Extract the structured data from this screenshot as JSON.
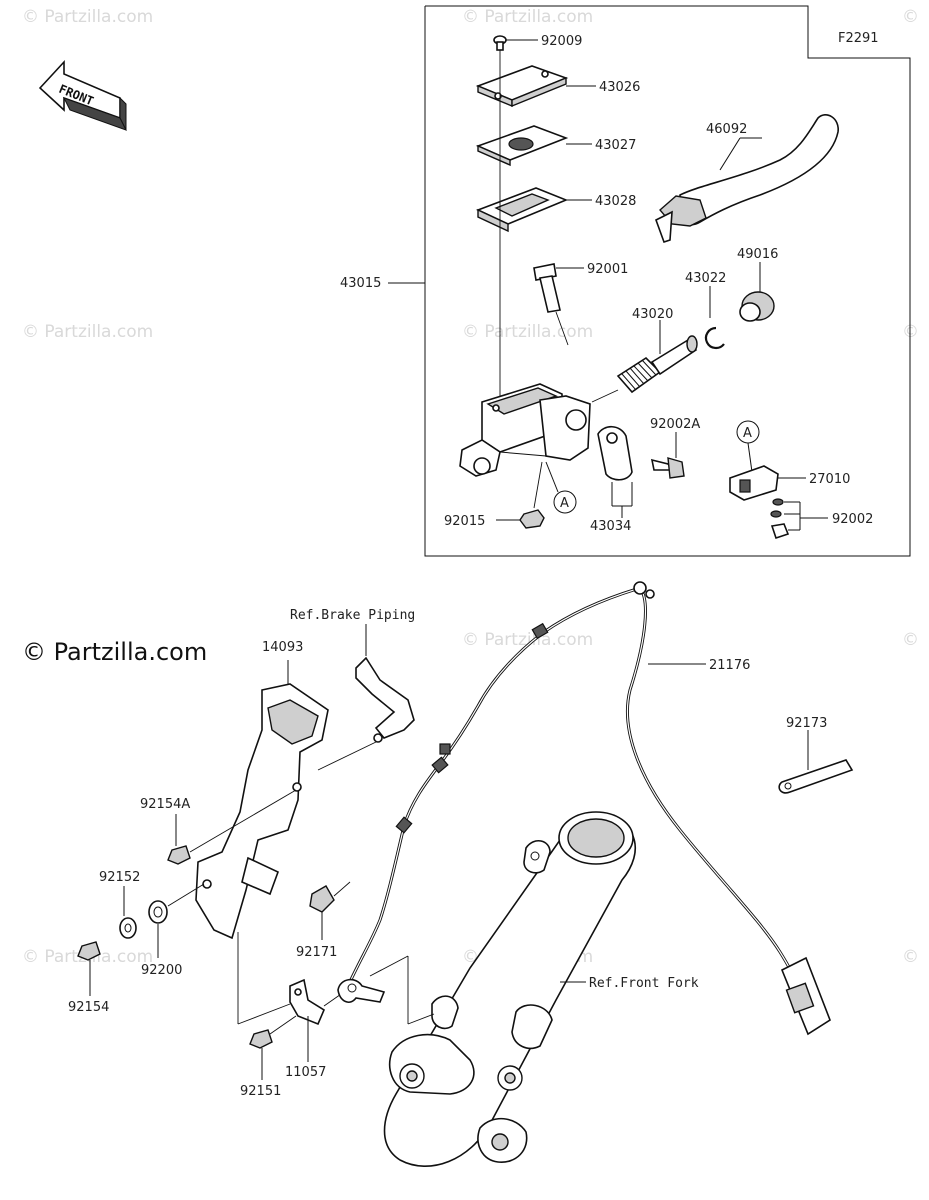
{
  "figure_id": "F2291",
  "watermark": "© Partzilla.com",
  "front_label": "FRONT",
  "parts": {
    "p92009": "92009",
    "p43026": "43026",
    "p43027": "43027",
    "p43028": "43028",
    "p46092": "46092",
    "p43015": "43015",
    "p92001": "92001",
    "p43022": "43022",
    "p49016": "49016",
    "p43020": "43020",
    "p92002A": "92002A",
    "p27010": "27010",
    "p92015": "92015",
    "p43034": "43034",
    "p92002": "92002",
    "p14093": "14093",
    "p21176": "21176",
    "p92173": "92173",
    "p92154A": "92154A",
    "p92152": "92152",
    "p92200": "92200",
    "p92154": "92154",
    "p92171": "92171",
    "p92151": "92151",
    "p11057": "11057"
  },
  "references": {
    "brake_piping": "Ref.Brake Piping",
    "front_fork": "Ref.Front Fork"
  },
  "callouts": {
    "a1": "A",
    "a2": "A"
  }
}
